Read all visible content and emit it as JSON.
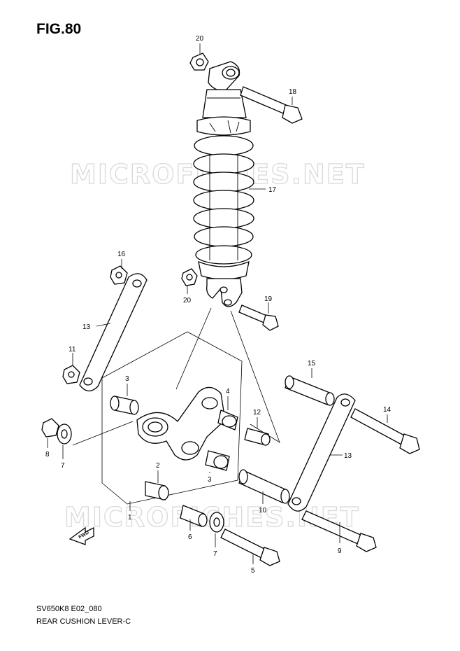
{
  "figure": {
    "title": "FIG.80"
  },
  "footer": {
    "code": "SV650K8 E02_080",
    "name": "REAR CUSHION LEVER-C"
  },
  "watermark": {
    "text": "MICROFICHES.NET"
  },
  "fwd_label": "FWD",
  "callouts": [
    {
      "id": "c20a",
      "label": "20"
    },
    {
      "id": "c18",
      "label": "18"
    },
    {
      "id": "c17",
      "label": "17"
    },
    {
      "id": "c16",
      "label": "16"
    },
    {
      "id": "c20b",
      "label": "20"
    },
    {
      "id": "c19",
      "label": "19"
    },
    {
      "id": "c13a",
      "label": "13"
    },
    {
      "id": "c11",
      "label": "11"
    },
    {
      "id": "c15",
      "label": "15"
    },
    {
      "id": "c14",
      "label": "14"
    },
    {
      "id": "c3a",
      "label": "3"
    },
    {
      "id": "c4",
      "label": "4"
    },
    {
      "id": "c12",
      "label": "12"
    },
    {
      "id": "c13b",
      "label": "13"
    },
    {
      "id": "c8",
      "label": "8"
    },
    {
      "id": "c7a",
      "label": "7"
    },
    {
      "id": "c2",
      "label": "2"
    },
    {
      "id": "c3b",
      "label": "3"
    },
    {
      "id": "c10",
      "label": "10"
    },
    {
      "id": "c1",
      "label": "1"
    },
    {
      "id": "c6",
      "label": "6"
    },
    {
      "id": "c7b",
      "label": "7"
    },
    {
      "id": "c9",
      "label": "9"
    },
    {
      "id": "c5",
      "label": "5"
    }
  ]
}
